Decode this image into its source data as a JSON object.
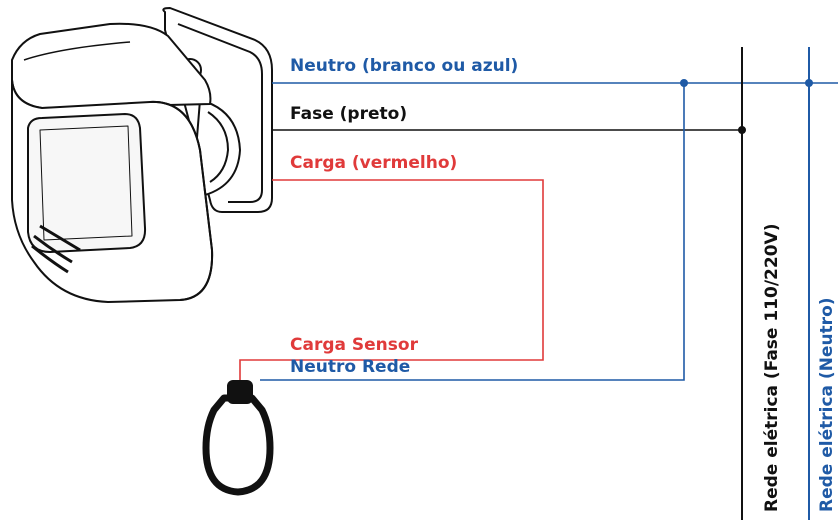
{
  "labels": {
    "neutro_sensor": "Neutro (branco ou azul)",
    "fase_sensor": "Fase (preto)",
    "carga_sensor_wire": "Carga (vermelho)",
    "carga_sensor": "Carga Sensor",
    "neutro_rede": "Neutro Rede",
    "rede_fase": "Rede elétrica (Fase 110/220V)",
    "rede_neutro": "Rede elétrica (Neutro)"
  },
  "colors": {
    "neutral_blue": "#1f5aa6",
    "phase_black": "#111111",
    "load_red": "#e03a3a"
  }
}
